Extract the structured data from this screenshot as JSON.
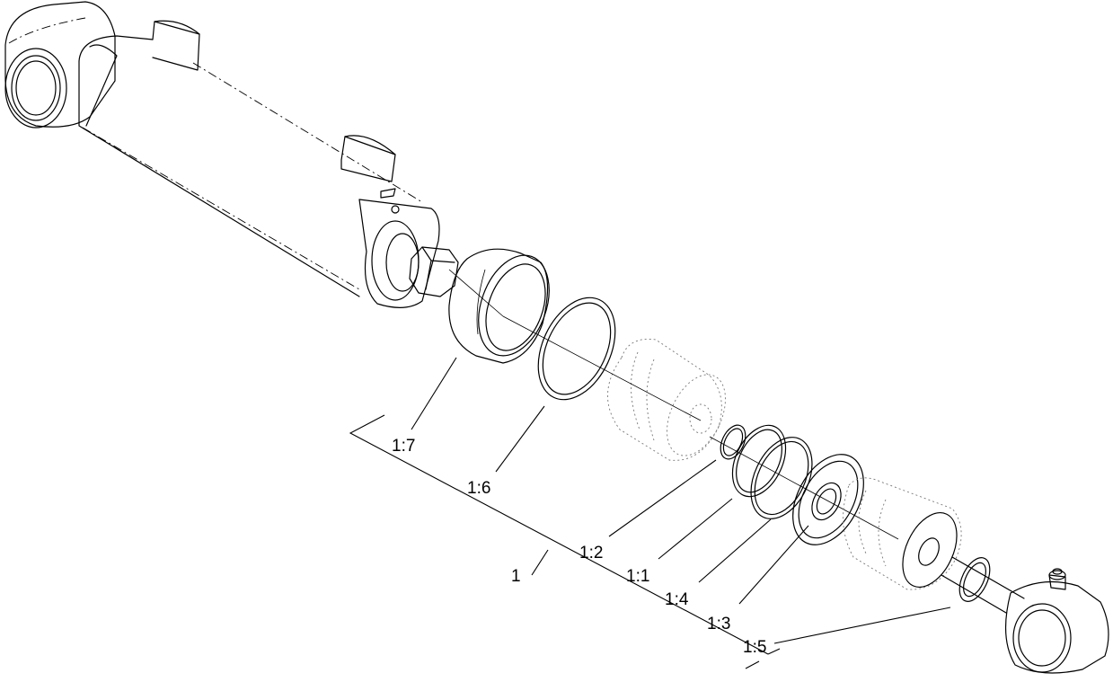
{
  "callouts": [
    {
      "id": "c17",
      "text": "1:7"
    },
    {
      "id": "c16",
      "text": "1:6"
    },
    {
      "id": "c12",
      "text": "1:2"
    },
    {
      "id": "c11",
      "text": "1:1"
    },
    {
      "id": "c14",
      "text": "1:4"
    },
    {
      "id": "c13",
      "text": "1:3"
    },
    {
      "id": "c15",
      "text": "1:5"
    },
    {
      "id": "c1",
      "text": "1"
    }
  ]
}
